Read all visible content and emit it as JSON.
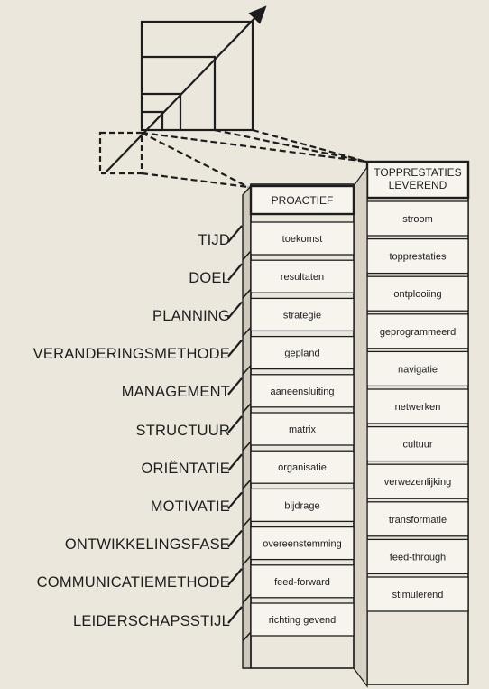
{
  "proactive_column": {
    "header": "PROACTIEF",
    "cells": [
      "toekomst",
      "resultaten",
      "strategie",
      "gepland",
      "aaneensluiting",
      "matrix",
      "organisatie",
      "bijdrage",
      "overeenstemming",
      "feed-forward",
      "richting gevend"
    ]
  },
  "top_column": {
    "header_lines": [
      "TOPPRESTATIES",
      "LEVEREND"
    ],
    "cells": [
      "stroom",
      "topprestaties",
      "ontplooiing",
      "geprogrammeerd",
      "navigatie",
      "netwerken",
      "cultuur",
      "verwezenlijking",
      "transformatie",
      "feed-through",
      "stimulerend"
    ]
  },
  "dimensions": [
    "TIJD",
    "DOEL",
    "PLANNING",
    "VERANDERINGSMETHODE",
    "MANAGEMENT",
    "STRUCTUUR",
    "ORIËNTATIE",
    "MOTIVATIE",
    "ONTWIKKELINGSFASE",
    "COMMUNICATIEMETHODE",
    "LEIDERSCHAPSSTIJL"
  ],
  "colors": {
    "ink": "#1d1d1d",
    "paper": "#ece7dd",
    "cell": "#f7f4ee"
  }
}
